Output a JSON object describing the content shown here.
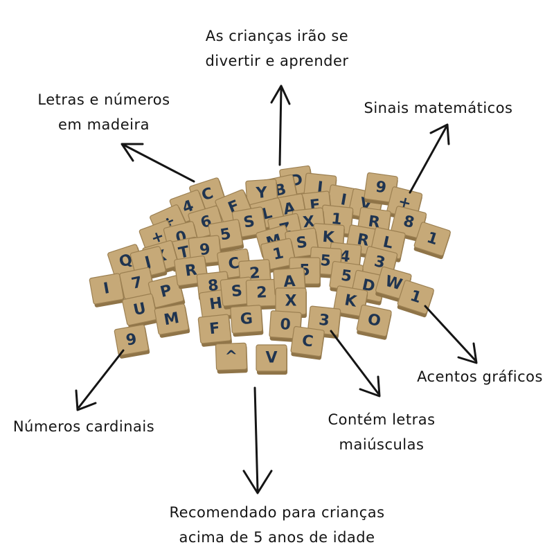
{
  "labels": {
    "top": [
      "As crianças irão se",
      "divertir e aprender"
    ],
    "top_left": [
      "Letras e números",
      "em madeira"
    ],
    "top_right": [
      "Sinais matemáticos"
    ],
    "bottom_left": [
      "Números cardinais"
    ],
    "bottom_center": [
      "Recomendado para crianças",
      "acima de 5 anos de idade"
    ],
    "bottom_mid_right": [
      "Contém letras",
      "maiúsculas"
    ],
    "right": [
      "Acentos gráficos"
    ]
  },
  "tile_glyphs": [
    "D",
    "B",
    "Y",
    "I",
    "I",
    "V",
    "E",
    "A",
    "9",
    "+",
    "L",
    "C",
    "F",
    "S",
    "4",
    "6",
    "1",
    "÷",
    "+",
    "0",
    "X",
    "Z",
    "R",
    "8",
    "5",
    "M",
    "K",
    "S",
    "R",
    "T",
    "X",
    "9",
    "L",
    "1",
    "4",
    "5",
    "3",
    "Q",
    "J",
    "C",
    "1",
    "5",
    "2",
    "I",
    "7",
    "P",
    "R",
    "8",
    "5",
    "D",
    "W",
    "U",
    "H",
    "S",
    "2",
    "A",
    "K",
    "1",
    "M",
    "G",
    "F",
    "X",
    "0",
    "3",
    "O",
    "C",
    "9",
    "^",
    "V"
  ],
  "colors": {
    "tile_wood": "#c6a978",
    "glyph_blue": "#1f3450",
    "ink": "#141414"
  }
}
